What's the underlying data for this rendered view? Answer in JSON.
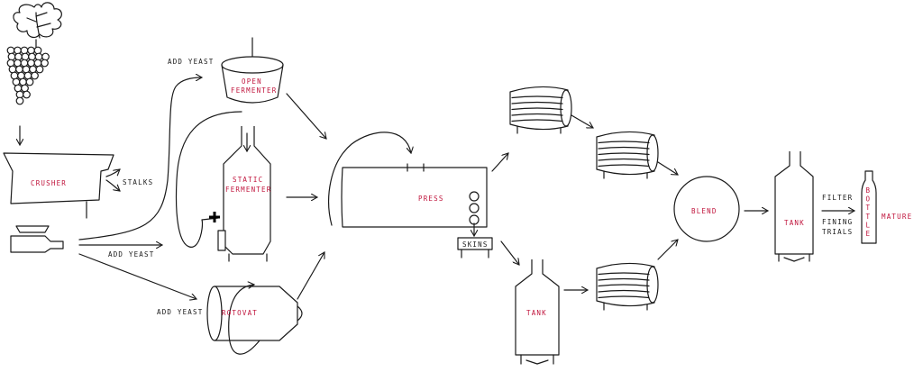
{
  "colors": {
    "accent": "#c0143c",
    "line": "#1a1a1a"
  },
  "icons": [
    "grape-leaf-icon",
    "grape-bunch-icon",
    "barrel-icon",
    "tank-icon",
    "bottle-icon",
    "plus-icon"
  ],
  "labels": {
    "crusher": "CRUSHER",
    "stalks": "STALKS",
    "add_yeast_top": "ADD YEAST",
    "add_yeast_mid": "ADD YEAST",
    "add_yeast_bottom": "ADD YEAST",
    "open_fermenter_1": "OPEN",
    "open_fermenter_2": "FERMENTER",
    "static_fermenter_1": "STATIC",
    "static_fermenter_2": "FERMENTER",
    "rotovat": "ROTOVAT",
    "press": "PRESS",
    "skins": "SKINS",
    "tank_lower": "TANK",
    "blend": "BLEND",
    "tank_final": "TANK",
    "filter": "FILTER",
    "fining": "FINING",
    "trials": "TRIALS",
    "bottle": [
      "B",
      "O",
      "T",
      "T",
      "L",
      "E"
    ],
    "mature": "MATURE"
  }
}
